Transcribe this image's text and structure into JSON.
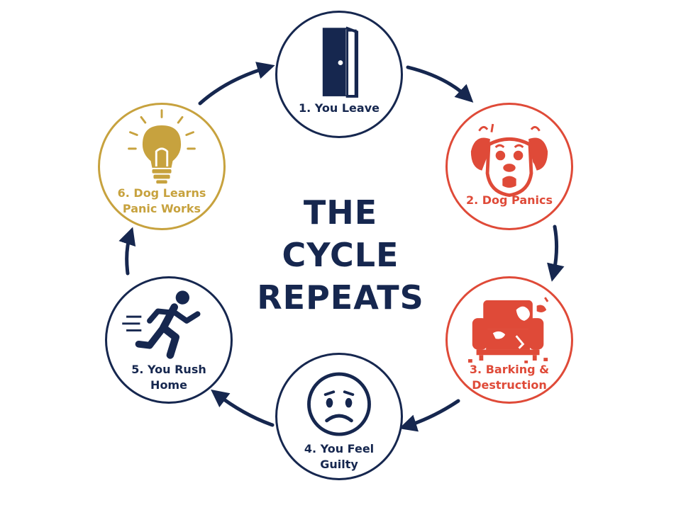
{
  "center": {
    "title": "THE\nCYCLE\nREPEATS"
  },
  "colors": {
    "navy": "#16274f",
    "red": "#df4a38",
    "gold": "#c7a23e"
  },
  "steps": [
    {
      "label": "1. You Leave",
      "icon": "door-icon",
      "color": "navy"
    },
    {
      "label": "2. Dog Panics",
      "icon": "panicked-dog-icon",
      "color": "red"
    },
    {
      "label": "3. Barking &\nDestruction",
      "icon": "torn-couch-icon",
      "color": "red"
    },
    {
      "label": "4. You Feel\nGuilty",
      "icon": "sad-face-icon",
      "color": "navy"
    },
    {
      "label": "5. You Rush\nHome",
      "icon": "running-person-icon",
      "color": "navy"
    },
    {
      "label": "6. Dog Learns\nPanic Works",
      "icon": "lightbulb-icon",
      "color": "gold"
    }
  ]
}
